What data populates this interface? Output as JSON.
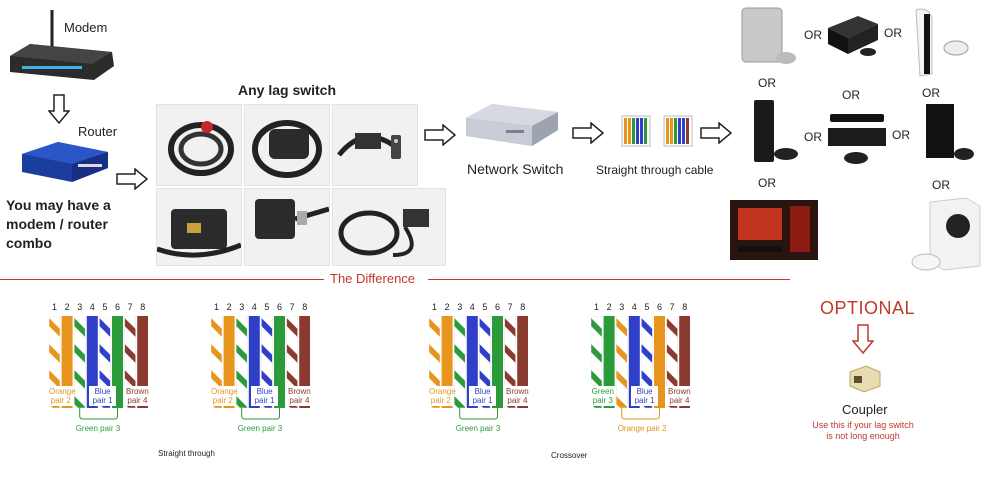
{
  "labels": {
    "modem": "Modem",
    "router": "Router",
    "combo": [
      "You may have a",
      "modem / router",
      "combo"
    ],
    "lag_switch": "Any lag switch",
    "network_switch": "Network Switch",
    "straight_cable": "Straight through cable",
    "the_difference": "The Difference",
    "optional": "OPTIONAL",
    "coupler": "Coupler",
    "coupler_note": [
      "Use this if your lag switch",
      "is not long enough"
    ]
  },
  "or_label": "OR",
  "wiring": {
    "pin_numbers": [
      "1",
      "2",
      "3",
      "4",
      "5",
      "6",
      "7",
      "8"
    ],
    "diagrams": [
      {
        "wires": [
          "ow",
          "o",
          "gw",
          "b",
          "bw",
          "g",
          "brw",
          "br"
        ],
        "pairs": {
          "left": [
            "Orange",
            "pair 2"
          ],
          "mid": [
            "Blue",
            "pair 1"
          ],
          "right": [
            "Brown",
            "pair 4"
          ]
        },
        "bottom": "Green pair 3",
        "bottom_color": "green"
      },
      {
        "wires": [
          "ow",
          "o",
          "gw",
          "b",
          "bw",
          "g",
          "brw",
          "br"
        ],
        "pairs": {
          "left": [
            "Orange",
            "pair 2"
          ],
          "mid": [
            "Blue",
            "pair 1"
          ],
          "right": [
            "Brown",
            "pair 4"
          ]
        },
        "bottom": "Green pair 3",
        "bottom_color": "green"
      },
      {
        "wires": [
          "ow",
          "o",
          "gw",
          "b",
          "bw",
          "g",
          "brw",
          "br"
        ],
        "pairs": {
          "left": [
            "Orange",
            "pair 2"
          ],
          "mid": [
            "Blue",
            "pair 1"
          ],
          "right": [
            "Brown",
            "pair 4"
          ]
        },
        "bottom": "Green pair 3",
        "bottom_color": "green"
      },
      {
        "wires": [
          "gw",
          "g",
          "ow",
          "b",
          "bw",
          "o",
          "brw",
          "br"
        ],
        "pairs": {
          "left": [
            "Green",
            "pair 3"
          ],
          "mid": [
            "Blue",
            "pair 1"
          ],
          "right": [
            "Brown",
            "pair 4"
          ]
        },
        "bottom": "Orange pair 2",
        "bottom_color": "orange"
      }
    ],
    "captions": {
      "straight": "Straight through",
      "crossover": "Crossover"
    }
  },
  "colors": {
    "orange": "#e8951d",
    "green": "#2a9a3a",
    "blue": "#2f3fc8",
    "brown": "#8b3a2f",
    "accent_red": "#c0392b"
  }
}
